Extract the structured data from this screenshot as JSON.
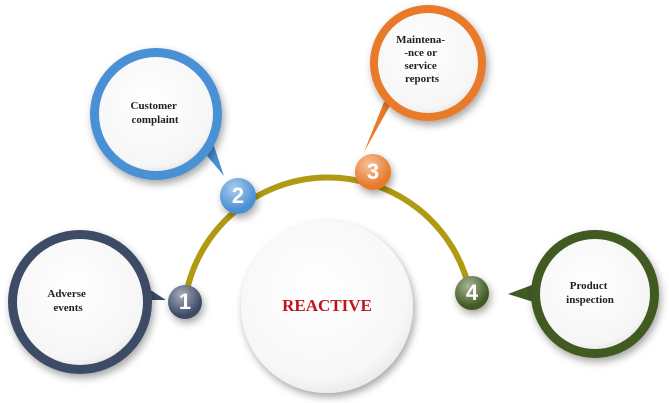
{
  "center": {
    "label": "REACTIVE",
    "color": "#c0141e"
  },
  "arc_color": "#b09a12",
  "items": [
    {
      "number": "1",
      "lines": [
        "Adverse",
        "events"
      ],
      "color": "#3d4c66"
    },
    {
      "number": "2",
      "lines": [
        "Customer",
        "complaint"
      ],
      "color": "#4a90d4"
    },
    {
      "number": "3",
      "lines": [
        "Maintena-",
        "-nce or",
        "service",
        "reports"
      ],
      "color": "#e87a2a"
    },
    {
      "number": "4",
      "lines": [
        "Product",
        "inspection"
      ],
      "color": "#3f5a24"
    }
  ]
}
